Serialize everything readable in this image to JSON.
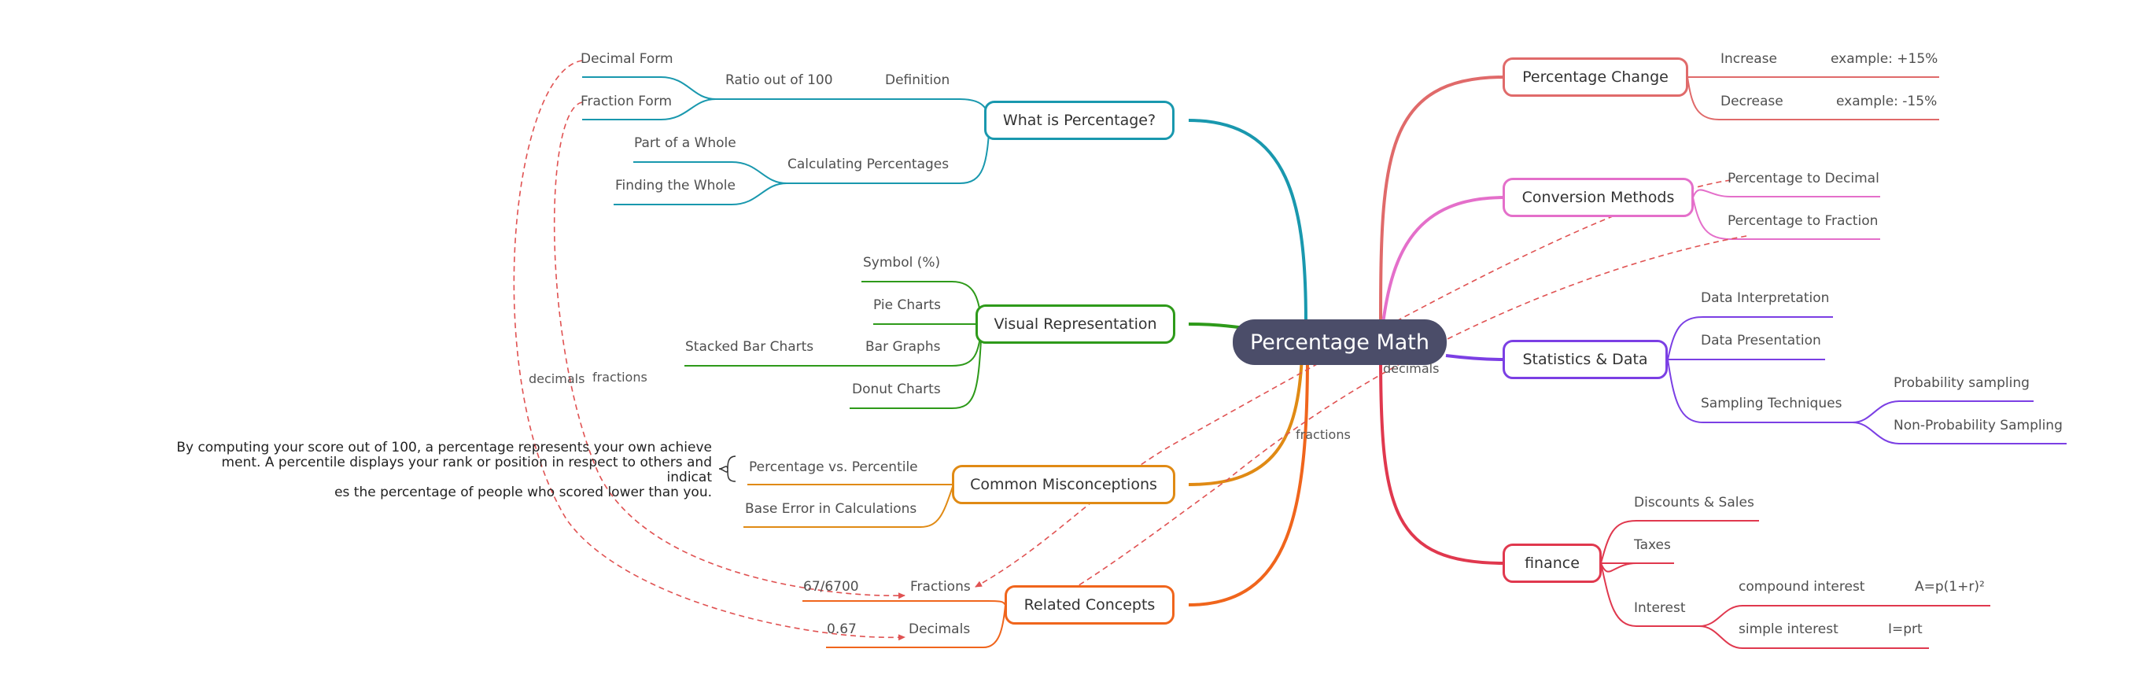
{
  "root": {
    "label": "Percentage Math"
  },
  "left": {
    "definition_branch": {
      "title": "What is Percentage?",
      "definition": "Definition",
      "ratio": "Ratio out of 100",
      "decimal_form": "Decimal Form",
      "fraction_form": "Fraction Form",
      "calculating": "Calculating Percentages",
      "part_of_whole": "Part of a Whole",
      "finding_whole": "Finding the Whole"
    },
    "visual_branch": {
      "title": "Visual Representation",
      "symbol": "Symbol (%)",
      "pie": "Pie Charts",
      "bar": "Bar Graphs",
      "stacked": "Stacked Bar Charts",
      "donut": "Donut Charts"
    },
    "misconceptions_branch": {
      "title": "Common Misconceptions",
      "percentile": "Percentage vs. Percentile",
      "base_error": "Base Error in Calculations",
      "note_line1": "By computing your score out of 100, a percentage represents your own achieve",
      "note_line2": "ment. A percentile displays your rank or position in respect to others and",
      "note_line3": "indicat",
      "note_line4": "es the percentage of people who scored lower than you."
    },
    "related_branch": {
      "title": "Related Concepts",
      "fractions": "Fractions",
      "fractions_example": "67/6700",
      "decimals": "Decimals",
      "decimals_example": "0.67"
    }
  },
  "right": {
    "change_branch": {
      "title": "Percentage Change",
      "increase": "Increase",
      "increase_example": "example: +15%",
      "decrease": "Decrease",
      "decrease_example": "example: -15%"
    },
    "conversion_branch": {
      "title": "Conversion Methods",
      "to_decimal": "Percentage to Decimal",
      "to_fraction": "Percentage to Fraction"
    },
    "stats_branch": {
      "title": "Statistics & Data",
      "interpretation": "Data Interpretation",
      "presentation": "Data Presentation",
      "sampling": "Sampling Techniques",
      "probability": "Probability sampling",
      "non_probability": "Non-Probability Sampling"
    },
    "finance_branch": {
      "title": "finance",
      "discounts": "Discounts & Sales",
      "taxes": "Taxes",
      "interest": "Interest",
      "compound": "compound interest",
      "compound_formula": "A=p(1+r)²",
      "simple": "simple interest",
      "simple_formula": "I=prt"
    }
  },
  "cross_links": {
    "decimals_left": "decimals",
    "fractions_left": "fractions",
    "decimals_right": "decimals",
    "fractions_right": "fractions"
  },
  "colors": {
    "root_fill": "#4b4d69",
    "definition": "#1998ae",
    "visual": "#2e9a1a",
    "misconceptions": "#e08a14",
    "related": "#f0651c",
    "change": "#e06a6a",
    "conversion": "#e46fca",
    "stats": "#7b3fe4",
    "finance": "#e0384e",
    "cross_link": "#e05252"
  }
}
